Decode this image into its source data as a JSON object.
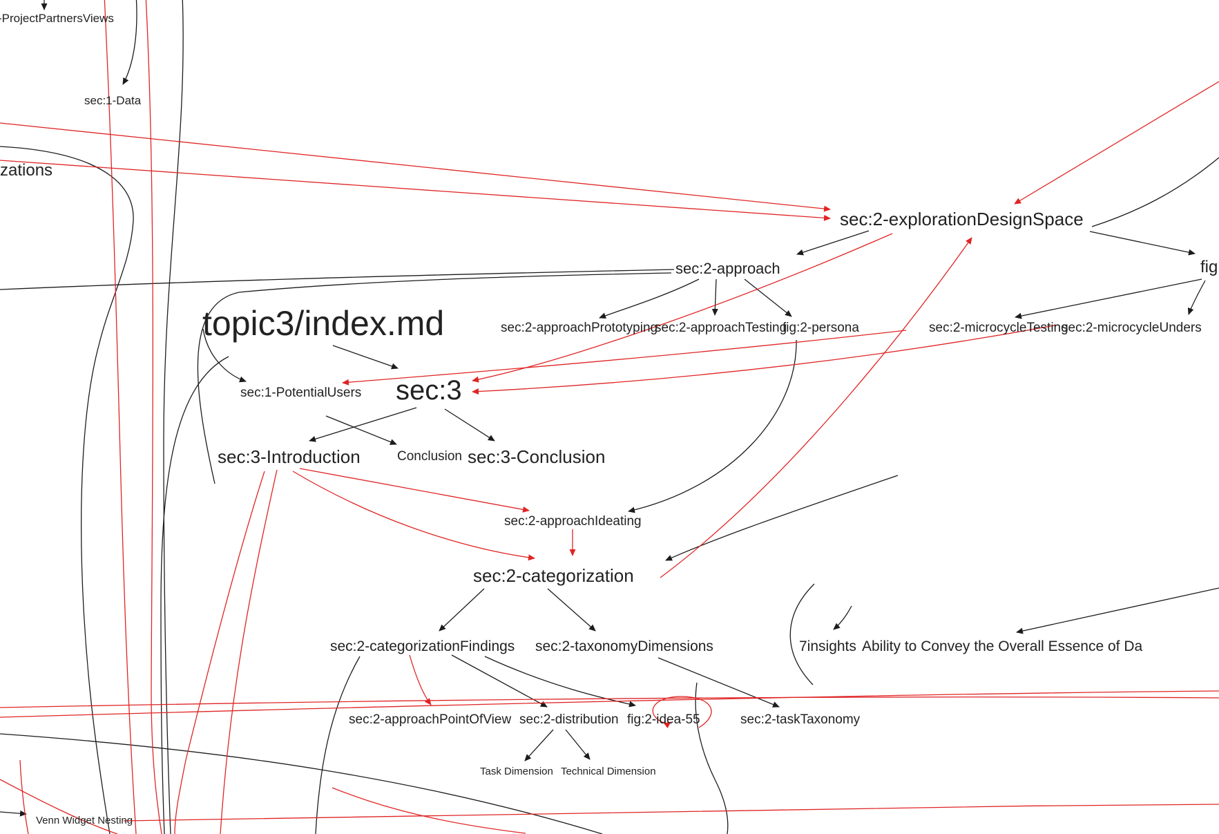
{
  "diagram": {
    "type": "graph",
    "background_color": "#ffffff",
    "edge_color_primary": "#1c1c1c",
    "edge_color_secondary": "#e02424",
    "text_color": "#222222",
    "nodes": [
      {
        "id": "project-partners-views",
        "label": "-ProjectPartnersViews"
      },
      {
        "id": "sec1-data",
        "label": "sec:1-Data"
      },
      {
        "id": "zations",
        "label": "zations"
      },
      {
        "id": "sec2-exploration-design-space",
        "label": "sec:2-explorationDesignSpace"
      },
      {
        "id": "sec2-approach",
        "label": "sec:2-approach"
      },
      {
        "id": "fig-right-edge",
        "label": "fig"
      },
      {
        "id": "topic3-index-md",
        "label": "topic3/index.md"
      },
      {
        "id": "sec2-approach-prototyping",
        "label": "sec:2-approachPrototyping"
      },
      {
        "id": "sec2-approach-testing",
        "label": "sec:2-approachTesting"
      },
      {
        "id": "fig2-persona",
        "label": "fig:2-persona"
      },
      {
        "id": "sec2-microcycle-testing",
        "label": "sec:2-microcycleTesting"
      },
      {
        "id": "sec2-microcycle-unders",
        "label": "sec:2-microcycleUnders"
      },
      {
        "id": "sec1-potential-users",
        "label": "sec:1-PotentialUsers"
      },
      {
        "id": "sec3",
        "label": "sec:3"
      },
      {
        "id": "sec3-introduction",
        "label": "sec:3-Introduction"
      },
      {
        "id": "conclusion",
        "label": "Conclusion"
      },
      {
        "id": "sec3-conclusion",
        "label": "sec:3-Conclusion"
      },
      {
        "id": "sec2-approach-ideating",
        "label": "sec:2-approachIdeating"
      },
      {
        "id": "sec2-categorization",
        "label": "sec:2-categorization"
      },
      {
        "id": "sec2-categorization-findings",
        "label": "sec:2-categorizationFindings"
      },
      {
        "id": "sec2-taxonomy-dimensions",
        "label": "sec:2-taxonomyDimensions"
      },
      {
        "id": "seven-insights",
        "label": "7insights"
      },
      {
        "id": "ability-essence",
        "label": "Ability to Convey the Overall Essence of Da"
      },
      {
        "id": "sec2-approach-point-of-view",
        "label": "sec:2-approachPointOfView"
      },
      {
        "id": "sec2-distribution",
        "label": "sec:2-distribution"
      },
      {
        "id": "fig2-idea-55",
        "label": "fig:2-idea-55"
      },
      {
        "id": "sec2-task-taxonomy",
        "label": "sec:2-taskTaxonomy"
      },
      {
        "id": "task-dimension",
        "label": "Task Dimension"
      },
      {
        "id": "technical-dimension",
        "label": "Technical Dimension"
      },
      {
        "id": "venn-widget-nesting",
        "label": "Venn Widget Nesting"
      }
    ]
  }
}
